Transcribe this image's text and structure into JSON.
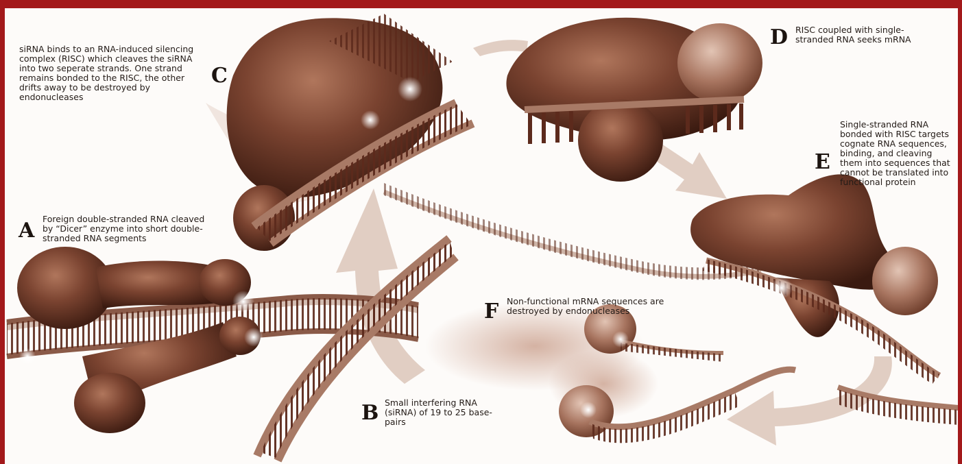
{
  "colors": {
    "frame": "#a3191b",
    "protein_dark": "#4a2418",
    "protein_mid": "#7a4330",
    "rna_strand": "#8a5a48",
    "rna_rung": "#5c2a1c",
    "arrow": "#d9c2b6"
  },
  "steps": {
    "a": {
      "letter": "A",
      "text": "Foreign double-stranded RNA cleaved by “Dicer” enzyme into short double-stranded RNA segments"
    },
    "b": {
      "letter": "B",
      "text": "Small interfering RNA (siRNA) of 19 to 25 base-pairs"
    },
    "c": {
      "letter": "C",
      "text": "siRNA binds to an RNA-induced silencing complex (RISC) which cleaves the siRNA into two seperate strands.  One strand remains bonded to the RISC, the other drifts away to be destroyed by endonucleases"
    },
    "d": {
      "letter": "D",
      "text": "RISC coupled with single-stranded RNA seeks mRNA"
    },
    "e": {
      "letter": "E",
      "text": "Single-stranded RNA bonded with RISC targets cognate RNA sequences, binding, and cleaving them into sequences that cannot be translated into functional protein"
    },
    "f": {
      "letter": "F",
      "text": "Non-functional mRNA sequences are destroyed by endonucleases"
    }
  }
}
